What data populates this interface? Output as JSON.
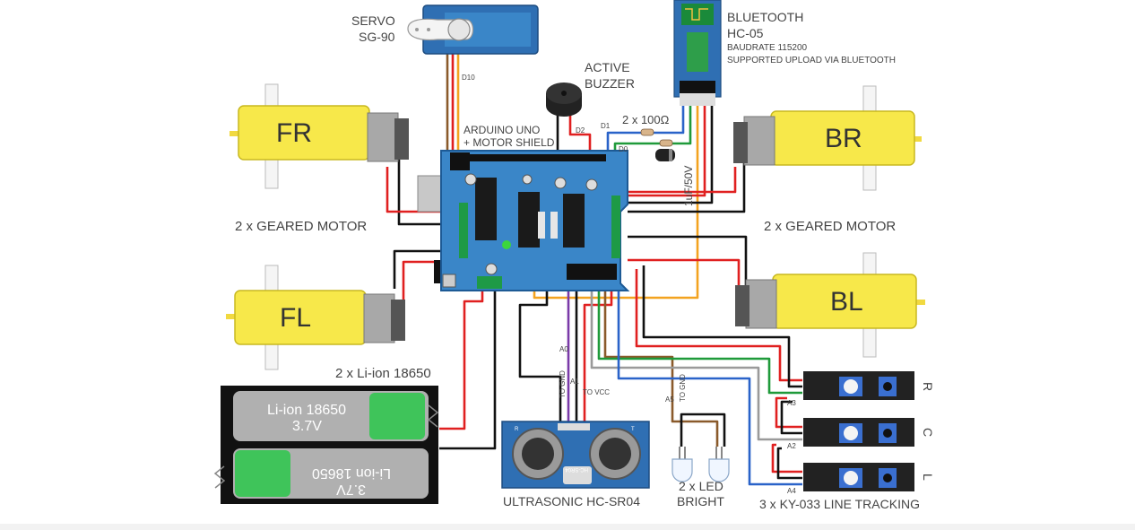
{
  "labels": {
    "servo_line1": "SERVO",
    "servo_line2": "SG-90",
    "bt_line1": "BLUETOOTH",
    "bt_line2": "HC-05",
    "bt_line3": "BAUDRATE 115200",
    "bt_line4": "SUPPORTED UPLOAD VIA BLUETOOTH",
    "buzzer_line1": "ACTIVE",
    "buzzer_line2": "BUZZER",
    "arduino_line1": "ARDUINO UNO",
    "arduino_line2": "+ MOTOR SHIELD",
    "resistors": "2 x 100Ω",
    "capacitor": "1uF/50V",
    "geared_left": "2 x GEARED MOTOR",
    "geared_right": "2 x GEARED MOTOR",
    "batteries": "2 x Li-ion 18650",
    "ultrasonic": "ULTRASONIC HC-SR04",
    "led_line1": "2 x LED",
    "led_line2": "BRIGHT",
    "line_tracking": "3 x KY-033 LINE TRACKING"
  },
  "motors": {
    "fr": "FR",
    "br": "BR",
    "fl": "FL",
    "bl": "BL"
  },
  "battery": {
    "cell1_line1": "Li-ion 18650",
    "cell1_line2": "3.7V",
    "cell2_line1": "Li-ion 18650",
    "cell2_line2": "3.7V"
  },
  "pins": {
    "d10": "D10",
    "d2": "D2",
    "d1": "D1",
    "d0": "D0",
    "a0": "A0",
    "a1": "A1",
    "a5": "A5",
    "a3": "A3",
    "a2": "A2",
    "a4": "A4",
    "to_gnd": "TO GND",
    "to_vcc": "TO VCC",
    "to_gnd_led": "TO GND"
  },
  "sensors": {
    "r": "R",
    "c": "C",
    "l": "L"
  },
  "ultrasonic_module": {
    "left": "R",
    "right": "T",
    "model": "HC-SR04"
  },
  "colors": {
    "motor_yellow": "#f7e84a",
    "shield_blue": "#3a86c8",
    "module_blue": "#2f6fb3",
    "battery_green": "#3fc45a",
    "wire_red": "#e02020",
    "wire_black": "#111111",
    "wire_orange": "#f3a320",
    "wire_green": "#1f9a3a",
    "wire_blue": "#2a63c9",
    "wire_purple": "#7a3aa8",
    "wire_brown": "#8a5a2b",
    "wire_gray": "#9a9a9a"
  }
}
